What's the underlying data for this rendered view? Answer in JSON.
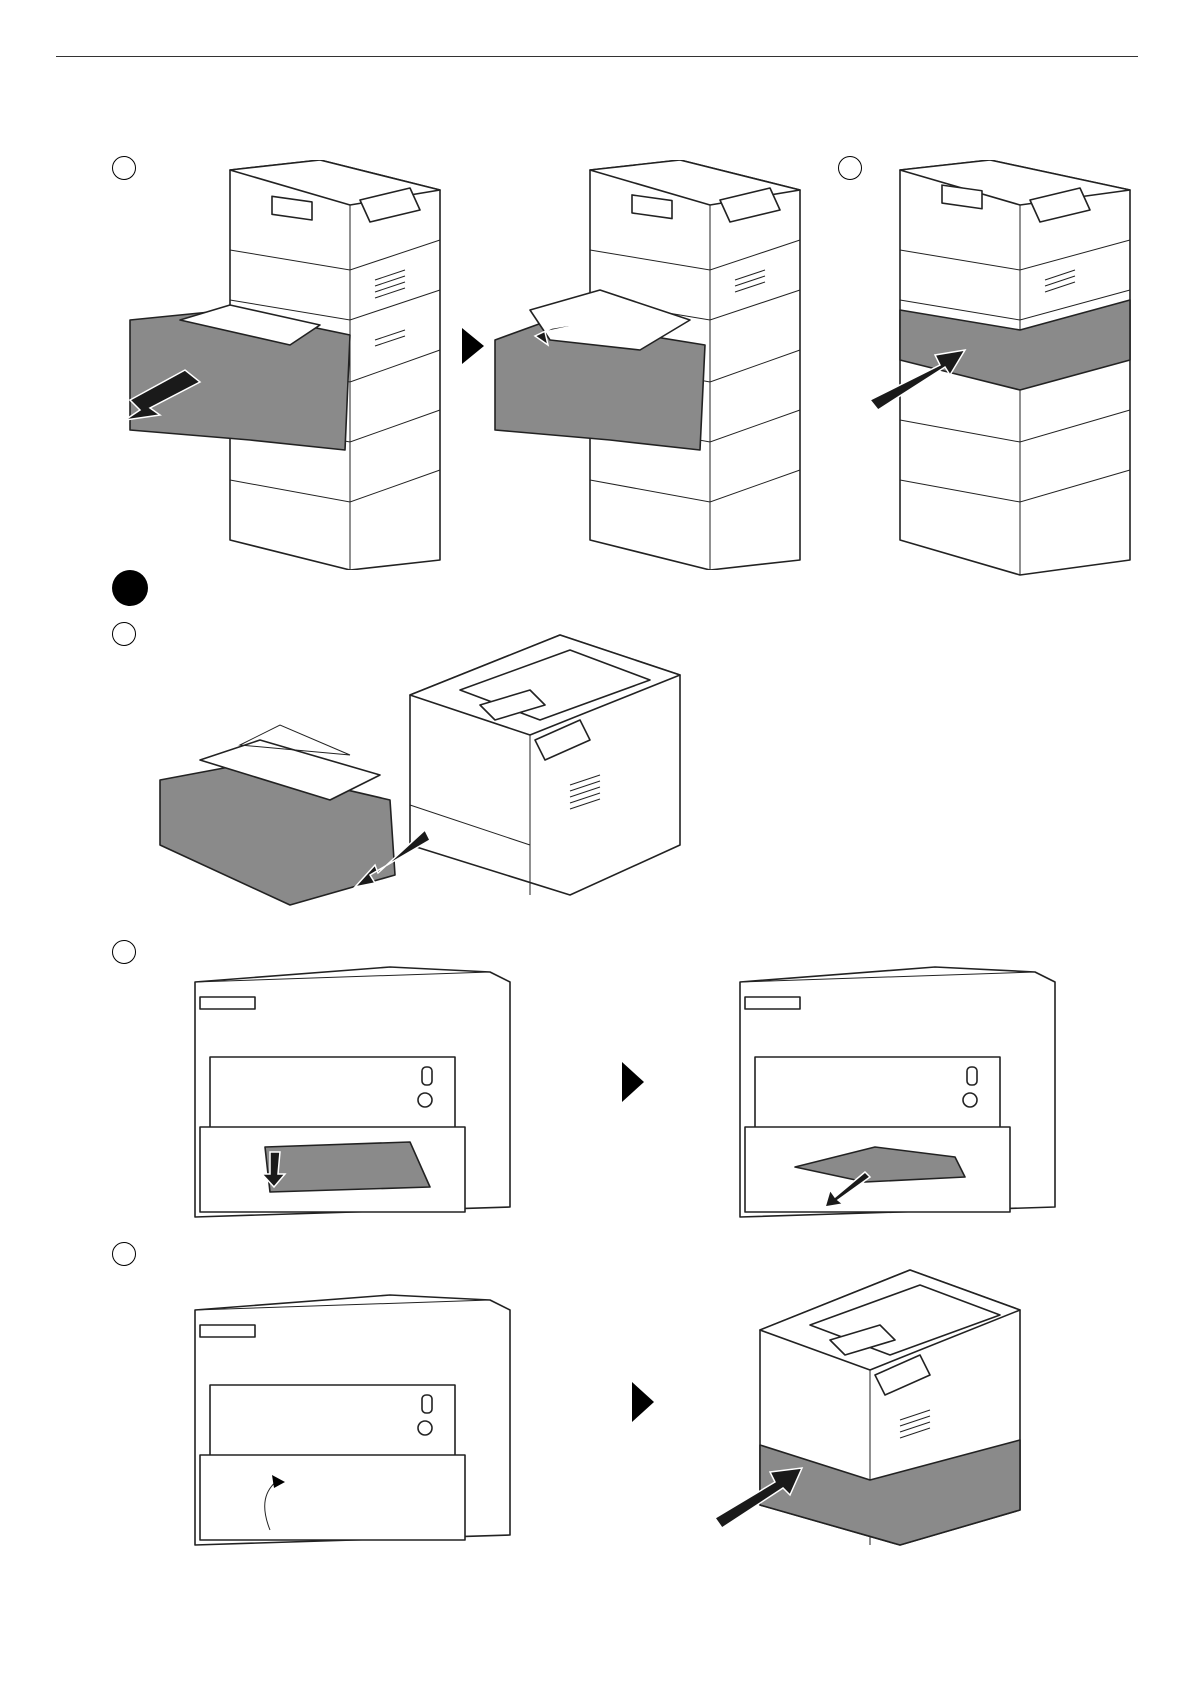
{
  "page": {
    "sections": [
      {
        "id": "tray-removal",
        "steps": [
          "step-1",
          "step-2"
        ]
      },
      {
        "id": "alternate-procedure",
        "marker": "filled",
        "steps": [
          "step-1",
          "step-2",
          "step-3"
        ]
      }
    ]
  },
  "colors": {
    "line": "#222222",
    "highlight_gray": "#8a8a8a",
    "background": "#ffffff"
  },
  "icons": {
    "next": "triangle-right-icon",
    "pull_arrow": "arrow-out-icon",
    "push_arrow": "arrow-in-icon"
  }
}
